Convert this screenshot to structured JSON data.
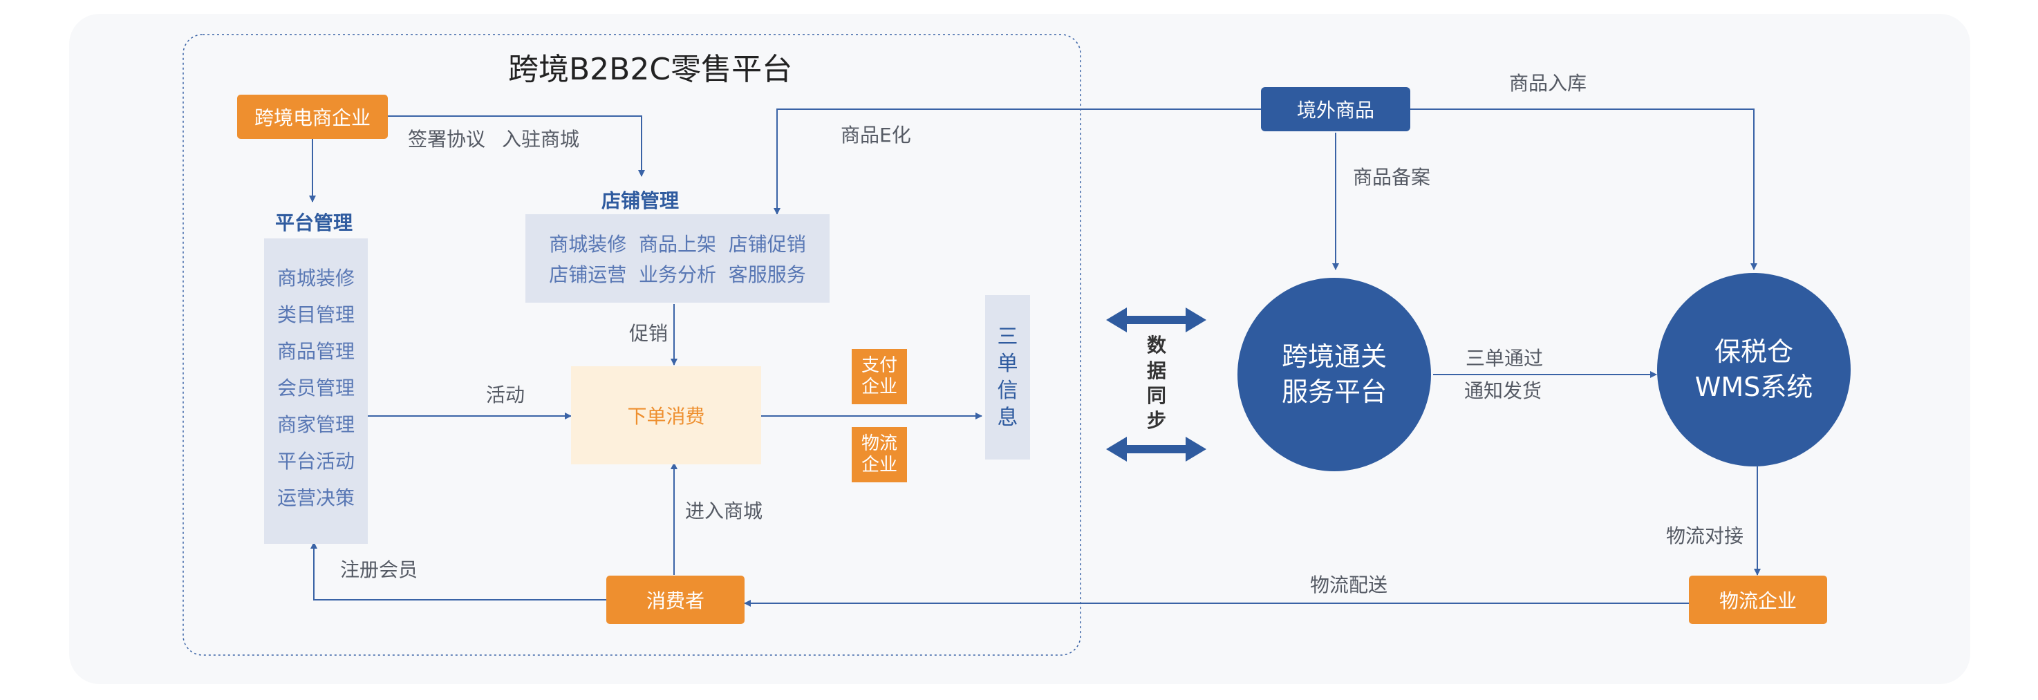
{
  "title": "跨境B2B2C零售平台",
  "nodes": {
    "enterprise": "跨境电商企业",
    "platform_mgmt": {
      "heading": "平台管理",
      "items": [
        "商城装修",
        "类目管理",
        "商品管理",
        "会员管理",
        "商家管理",
        "平台活动",
        "运营决策"
      ]
    },
    "store_mgmt": {
      "heading": "店铺管理",
      "rows": [
        "商城装修  商品上架  店铺促销",
        "店铺运营  业务分析  客服服务"
      ]
    },
    "order": "下单消费",
    "payment": [
      "支付",
      "企业"
    ],
    "logistics_small": [
      "物流",
      "企业"
    ],
    "three_docs": [
      "三",
      "单",
      "信",
      "息"
    ],
    "consumer": "消费者",
    "overseas_goods": "境外商品",
    "data_sync": [
      "数",
      "据",
      "同",
      "步"
    ],
    "customs_platform": [
      "跨境通关",
      "服务平台"
    ],
    "bonded_wms": [
      "保税仓",
      "WMS系统"
    ],
    "logistics_company": "物流企业"
  },
  "edge_labels": {
    "sign_agreement": "签署协议",
    "enter_mall": "入驻商城",
    "goods_e": "商品E化",
    "promotion": "促销",
    "activity": "活动",
    "enter_store": "进入商城",
    "register_member": "注册会员",
    "goods_filing": "商品备案",
    "goods_inbound": "商品入库",
    "three_docs_pass": "三单通过",
    "notify_ship": "通知发货",
    "logistics_dock": "物流对接",
    "logistics_delivery": "物流配送"
  },
  "colors": {
    "orange": "#ee8f2f",
    "blue": "#2f5b9f",
    "panel": "#dfe4ef",
    "order_box": "#fdf0dc",
    "line": "#3a63a6"
  }
}
